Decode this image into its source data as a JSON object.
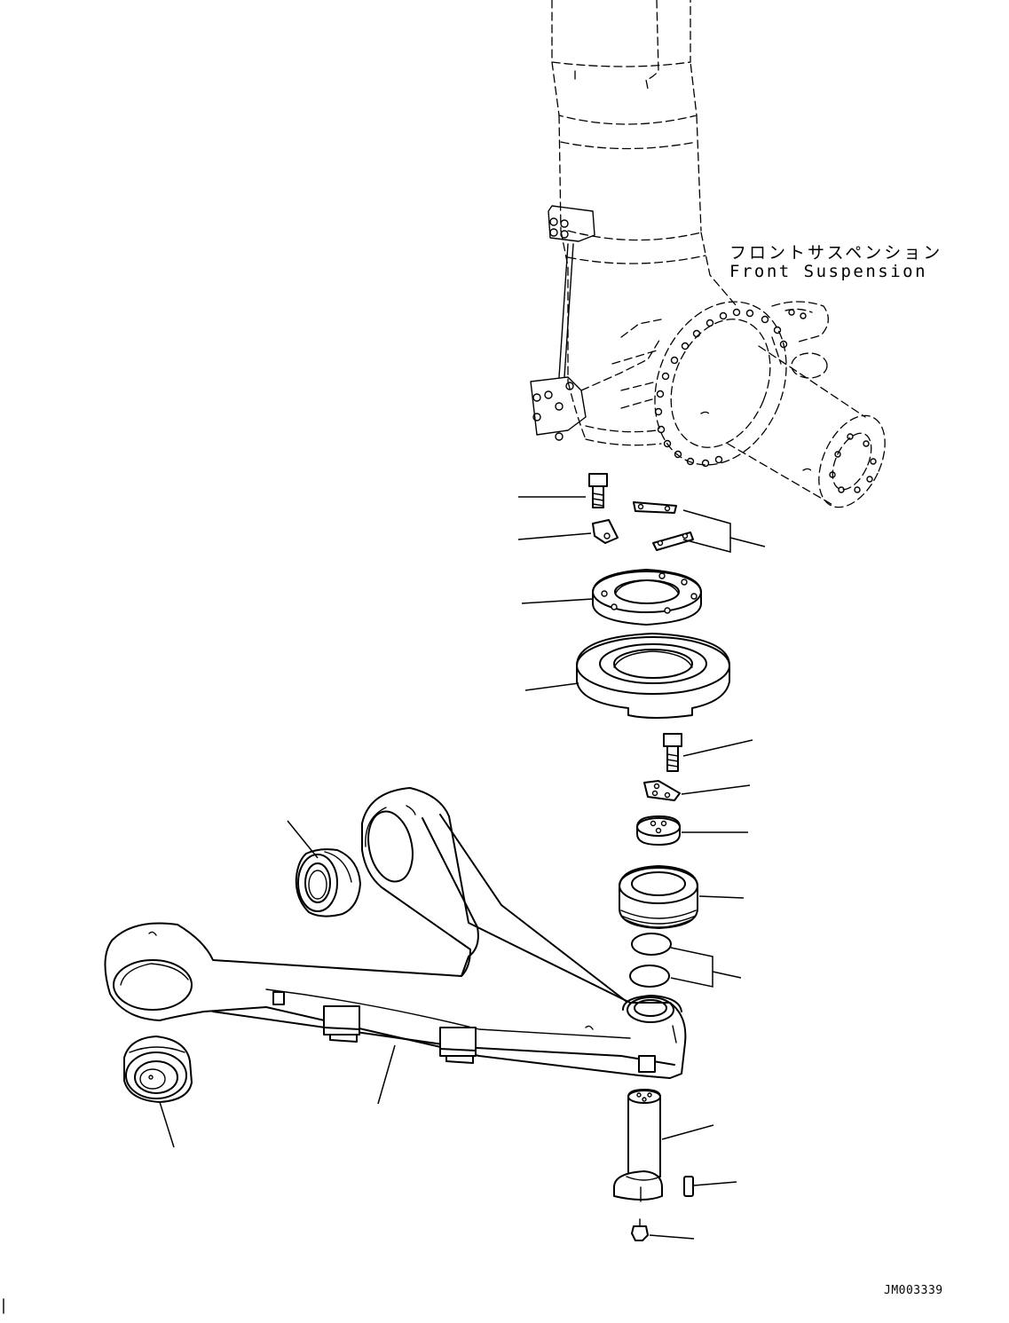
{
  "assembly_label": {
    "japanese": "フロントサスペンション",
    "english": "Front Suspension"
  },
  "drawing_number": "JM003339",
  "parts": [
    {
      "id": "bolt-upper"
    },
    {
      "id": "lock-plate-upper"
    },
    {
      "id": "lock-plate-pair"
    },
    {
      "id": "retainer-ring"
    },
    {
      "id": "seal-housing"
    },
    {
      "id": "bolt-middle"
    },
    {
      "id": "lock-plate-triangle"
    },
    {
      "id": "cap-plate"
    },
    {
      "id": "spherical-bushing"
    },
    {
      "id": "shim-pair"
    },
    {
      "id": "pin"
    },
    {
      "id": "dowel"
    },
    {
      "id": "grease-fitting"
    },
    {
      "id": "arm-bushing-front"
    },
    {
      "id": "arm-bushing-rear"
    },
    {
      "id": "suspension-arm"
    }
  ]
}
